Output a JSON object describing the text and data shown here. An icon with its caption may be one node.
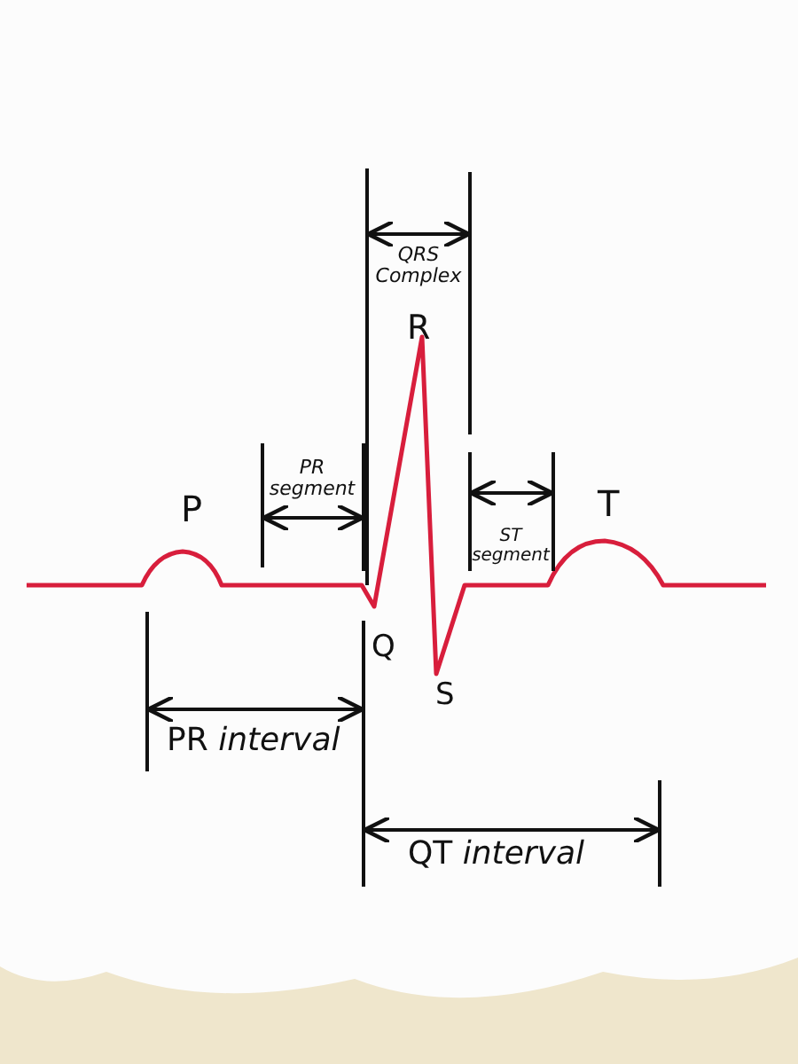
{
  "diagram": {
    "labels": [
      "QRS Complex",
      "R",
      "PR segment",
      "ST segment",
      "P",
      "T",
      "Q",
      "S",
      "PR *interval*",
      "QT *interval*"
    ]
  }
}
